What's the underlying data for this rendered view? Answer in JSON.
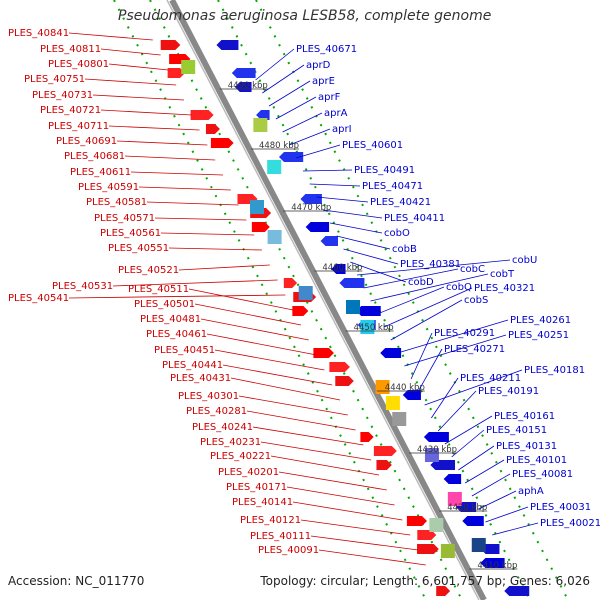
{
  "header": {
    "title": "Pseudomonas aeruginosa LESB58, complete genome"
  },
  "footer": {
    "accession": "Accession: NC_011770",
    "topology": "Topology: circular; Length: 6,601,757 bp; Genes: 6,026"
  },
  "colors": {
    "left_label": "#cc0000",
    "right_label": "#0000cc",
    "axis": "#888888",
    "dotted": "#00aa00"
  },
  "scale_ticks": [
    "4490 kbp",
    "4480 kbp",
    "4470 kbp",
    "4460 kbp",
    "4450 kbp",
    "4440 kbp",
    "4430 kbp",
    "4420 kbp",
    "4410 kbp"
  ],
  "left_labels": [
    "PLES_40841",
    "PLES_40811",
    "PLES_40801",
    "PLES_40751",
    "PLES_40731",
    "PLES_40721",
    "PLES_40711",
    "PLES_40691",
    "PLES_40681",
    "PLES_40611",
    "PLES_40591",
    "PLES_40581",
    "PLES_40571",
    "PLES_40561",
    "PLES_40551",
    "PLES_40521",
    "PLES_40531",
    "PLES_40541",
    "PLES_40511",
    "PLES_40501",
    "PLES_40481",
    "PLES_40461",
    "PLES_40451",
    "PLES_40441",
    "PLES_40431",
    "PLES_40301",
    "PLES_40281",
    "PLES_40241",
    "PLES_40231",
    "PLES_40221",
    "PLES_40201",
    "PLES_40171",
    "PLES_40141",
    "PLES_40121",
    "PLES_40111",
    "PLES_40091"
  ],
  "right_labels": [
    "PLES_40671",
    "aprD",
    "aprE",
    "aprF",
    "aprA",
    "aprI",
    "PLES_40601",
    "PLES_40491",
    "PLES_40471",
    "PLES_40421",
    "PLES_40411",
    "cobO",
    "cobB",
    "PLES_40381",
    "cobD",
    "cobU",
    "cobC",
    "cobT",
    "cobQ",
    "PLES_40321",
    "cobS",
    "PLES_40261",
    "PLES_40251",
    "PLES_40291",
    "PLES_40271",
    "PLES_40181",
    "PLES_40211",
    "PLES_40191",
    "PLES_40161",
    "PLES_40151",
    "PLES_40131",
    "PLES_40101",
    "PLES_40081",
    "aphA",
    "PLES_40031",
    "PLES_40021"
  ]
}
